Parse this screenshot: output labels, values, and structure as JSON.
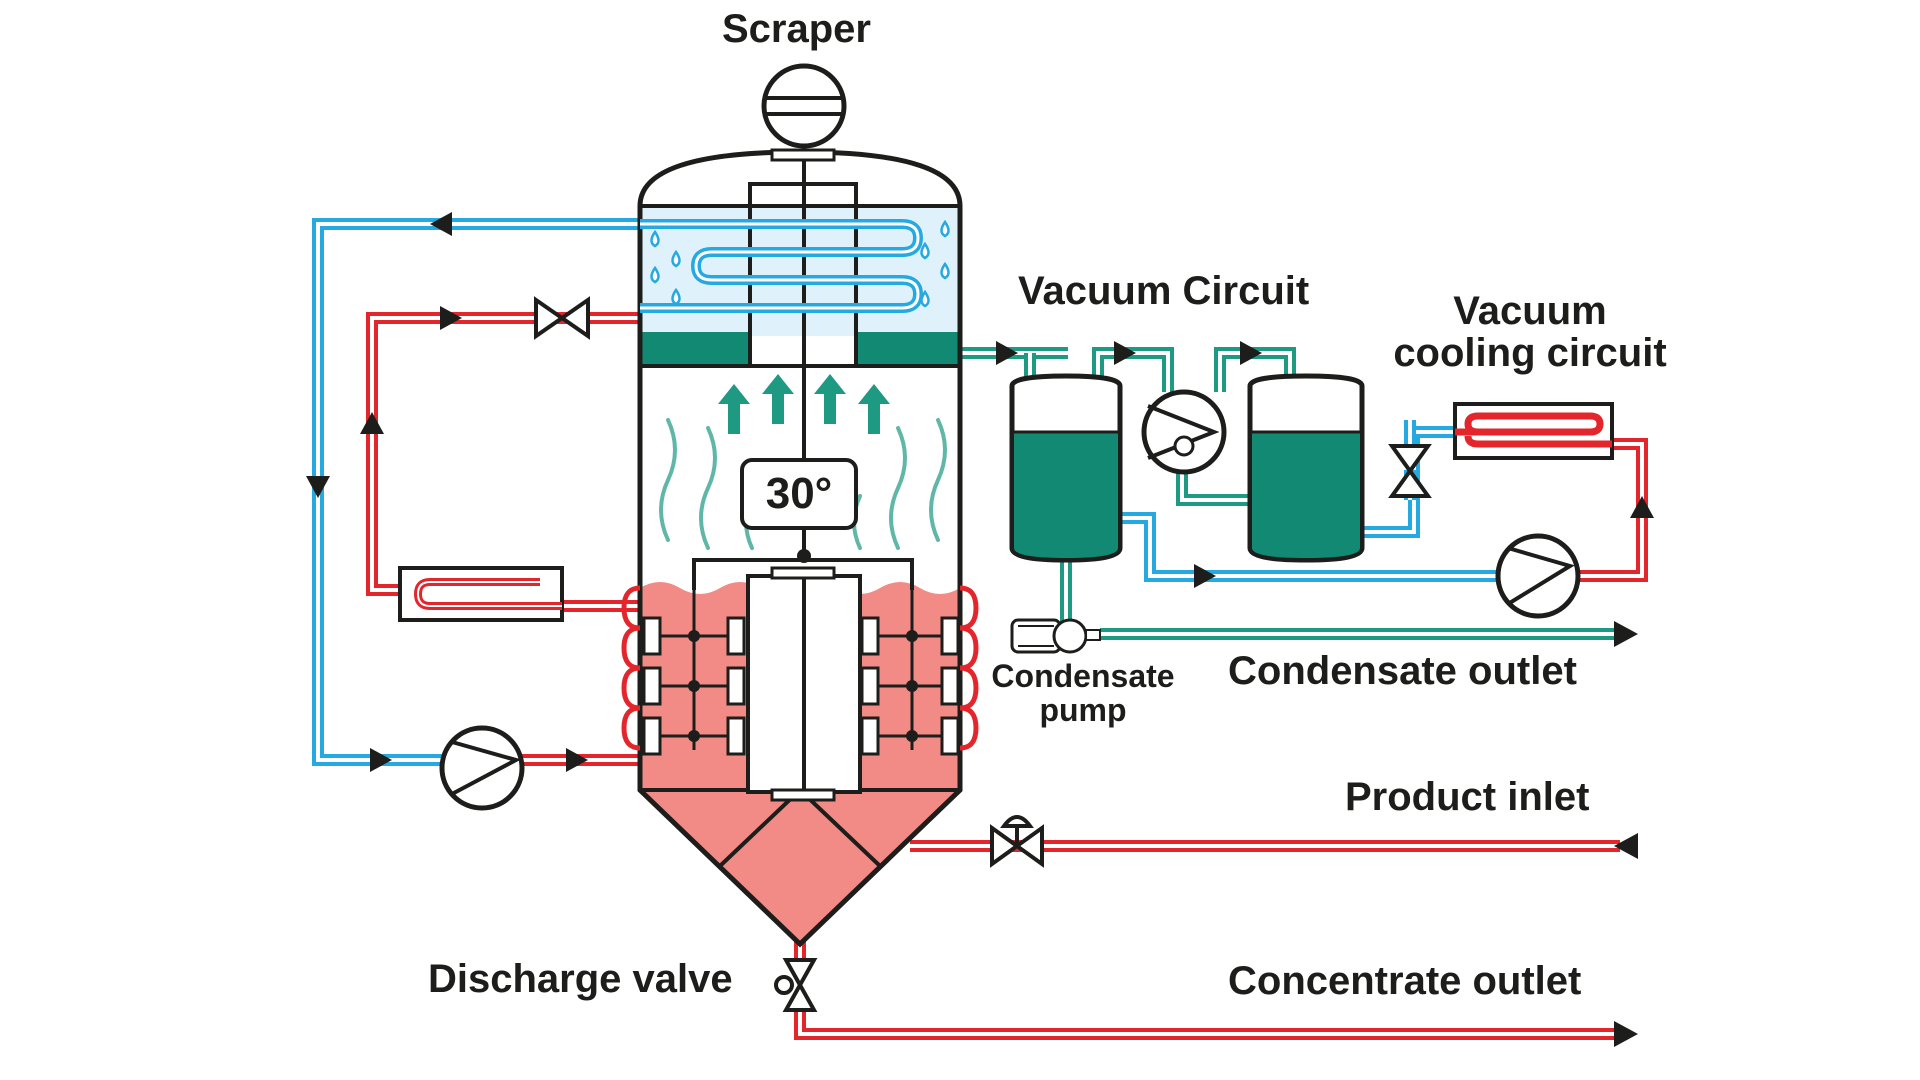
{
  "labels": {
    "scraper": "Scraper",
    "vacuum_circuit": "Vacuum Circuit",
    "vacuum_cooling_line1": "Vacuum",
    "vacuum_cooling_line2": "cooling circuit",
    "condensate_pump_line1": "Condensate",
    "condensate_pump_line2": "pump",
    "condensate_outlet": "Condensate outlet",
    "product_inlet": "Product inlet",
    "discharge_valve": "Discharge valve",
    "concentrate_outlet": "Concentrate outlet",
    "temperature": "30°"
  },
  "colors": {
    "outline": "#1d1d1b",
    "hot_pipe": "#e3262c",
    "cold_pipe": "#25a9e0",
    "vacuum_pipe": "#1f9a82",
    "product_fill": "#f28b86",
    "condensate_fill": "#128a73",
    "cooling_zone": "#dff2fb"
  }
}
